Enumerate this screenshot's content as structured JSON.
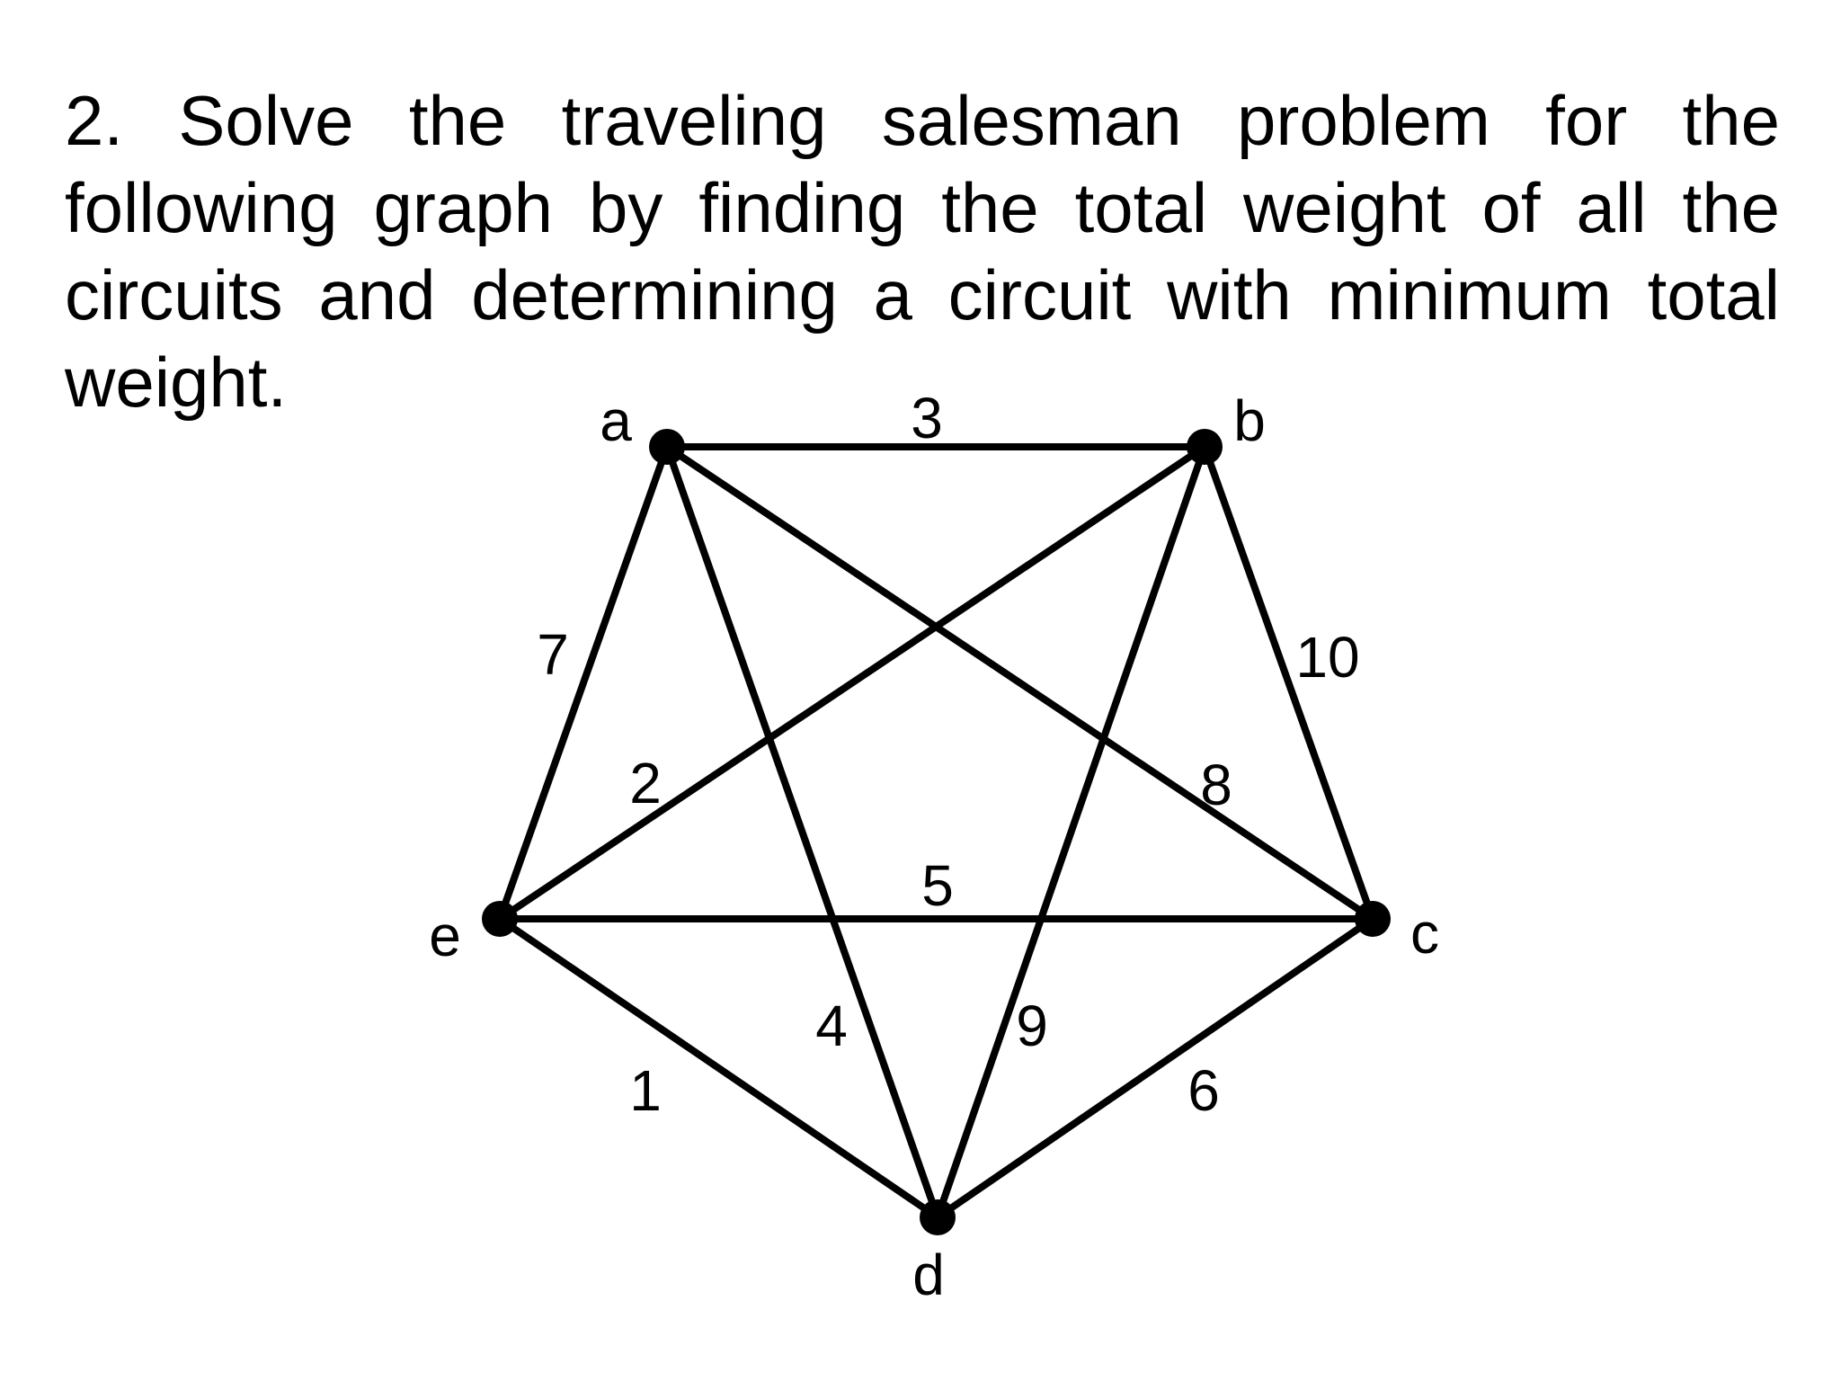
{
  "problem": {
    "text": "2. Solve the traveling salesman problem for the following graph by finding the total weight of all the circuits and determining a circuit with minimum total weight."
  },
  "graph": {
    "nodes": [
      {
        "id": "a",
        "label": "a"
      },
      {
        "id": "b",
        "label": "b"
      },
      {
        "id": "c",
        "label": "c"
      },
      {
        "id": "d",
        "label": "d"
      },
      {
        "id": "e",
        "label": "e"
      }
    ],
    "edges": [
      {
        "from": "a",
        "to": "b",
        "weight": "3"
      },
      {
        "from": "b",
        "to": "c",
        "weight": "10"
      },
      {
        "from": "c",
        "to": "d",
        "weight": "6"
      },
      {
        "from": "d",
        "to": "e",
        "weight": "1"
      },
      {
        "from": "e",
        "to": "a",
        "weight": "7"
      },
      {
        "from": "a",
        "to": "c",
        "weight": "8"
      },
      {
        "from": "a",
        "to": "d",
        "weight": "4"
      },
      {
        "from": "b",
        "to": "d",
        "weight": "9"
      },
      {
        "from": "b",
        "to": "e",
        "weight": "2"
      },
      {
        "from": "e",
        "to": "c",
        "weight": "5"
      }
    ],
    "colors": {
      "line": "#000000",
      "node": "#000000",
      "text": "#000000"
    }
  }
}
